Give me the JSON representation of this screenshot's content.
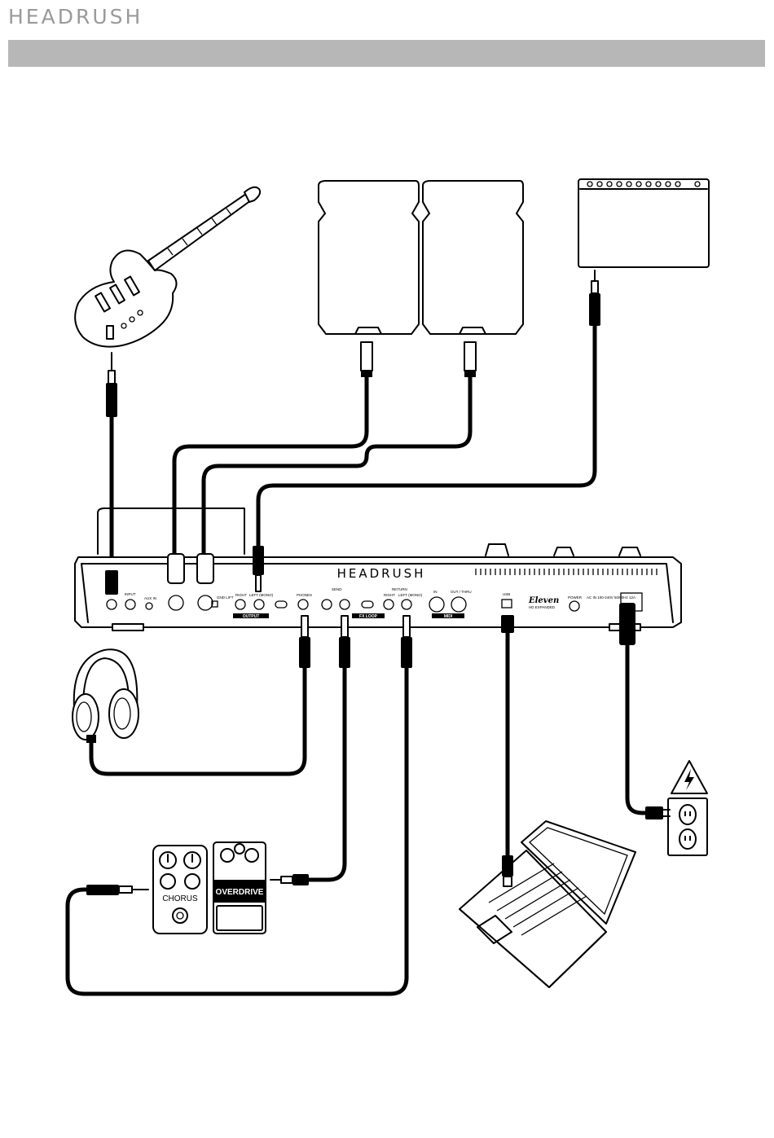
{
  "header": {
    "brand": "HEADRUSH"
  },
  "device": {
    "brand": "HEADRUSH",
    "logo": "Eleven",
    "logo_sub": "HD EXPANDED",
    "jacks": {
      "input": "INPUT",
      "aux_in": "AUX IN",
      "gnd_lift": "GND LIFT",
      "right": "RIGHT",
      "left_mono": "LEFT (MONO)",
      "phones": "PHONES",
      "send": "SEND",
      "return": "RETURN",
      "fx_right": "RIGHT",
      "fx_left_mono": "LEFT (MONO)",
      "midi_in": "IN",
      "midi_out_thru": "OUT / THRU",
      "usb": "USB",
      "power": "POWER",
      "ac_rating": "AC IN 100-240V 50/60Hz 12A"
    },
    "sections": {
      "output": "OUTPUT",
      "fx_loop": "FX LOOP",
      "midi": "MIDI"
    }
  },
  "pedals": {
    "chorus": "CHORUS",
    "overdrive": "OVERDRIVE"
  }
}
